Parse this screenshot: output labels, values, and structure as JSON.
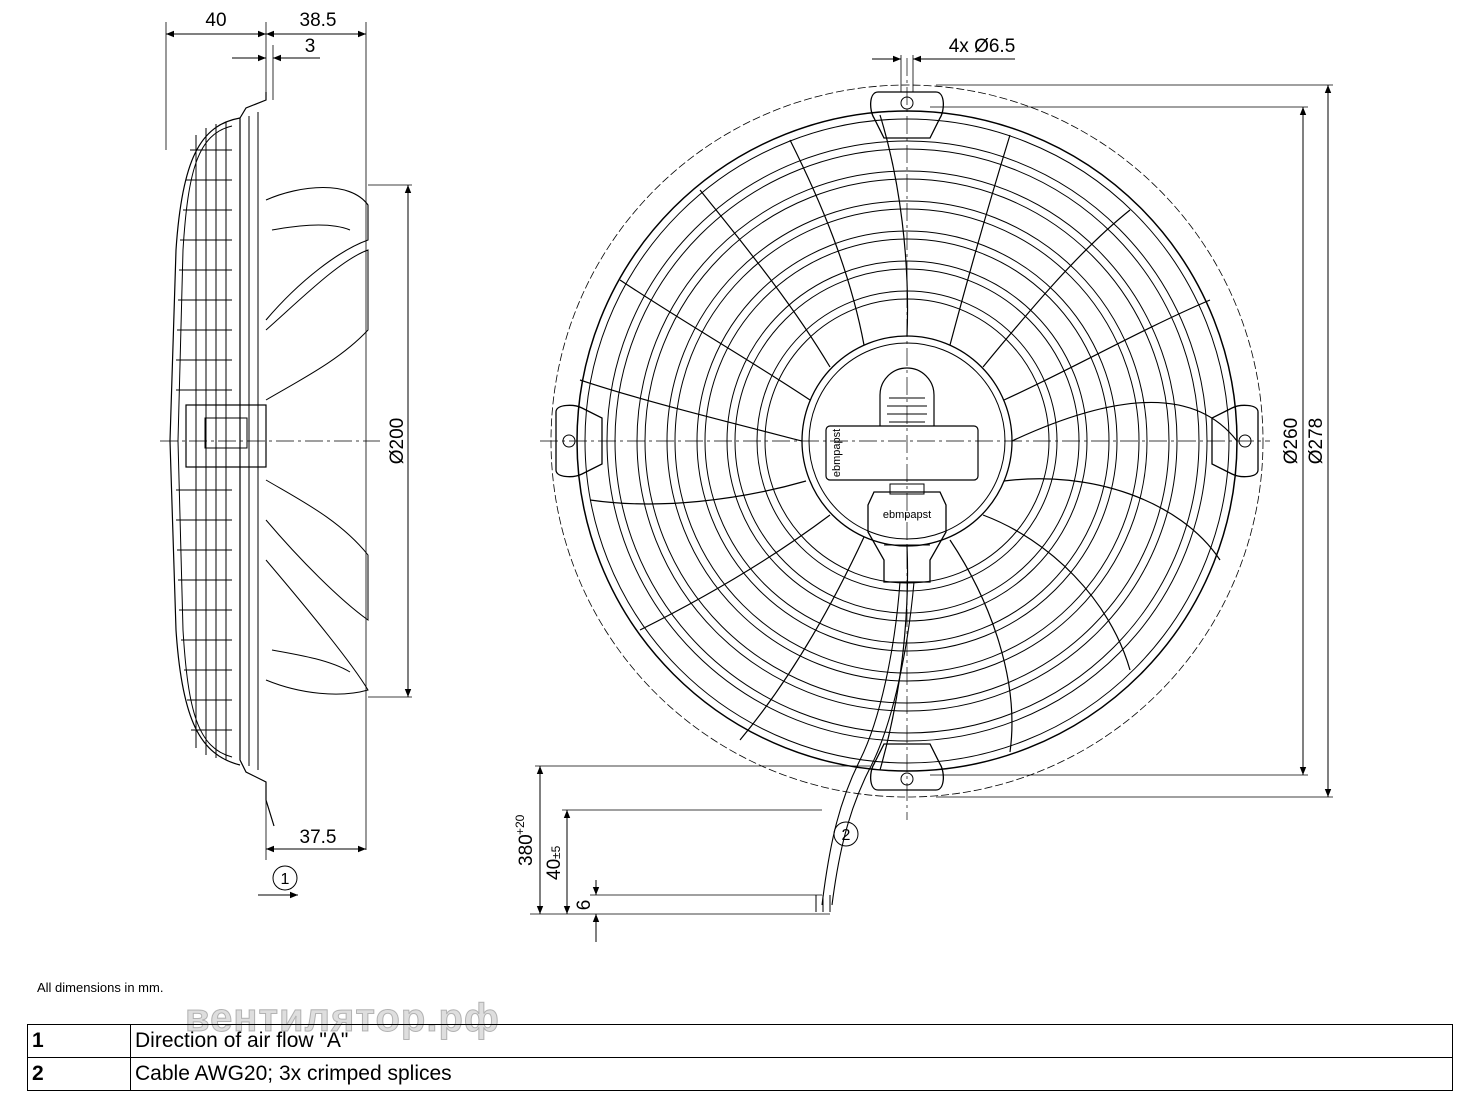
{
  "side_view": {
    "dim_top_left": "40",
    "dim_top_right": "38.5",
    "dim_top_small": "3",
    "dim_bottom": "37.5",
    "dim_height": "Ø200",
    "marker_airflow": "1"
  },
  "front_view": {
    "dim_holes": "4x Ø6.5",
    "dim_d260": "Ø260",
    "dim_d278": "Ø278",
    "brand_hub": "ebmpapst",
    "brand_connector": "ebmpapst",
    "marker_cable": "2",
    "cable_dims": {
      "length_base": "380",
      "length_tol": "+20",
      "strip_base": "40",
      "strip_tol": "±5",
      "end_len": "6"
    }
  },
  "note": "All dimensions in mm.",
  "watermark": "вентилятор.рф",
  "legend": [
    {
      "num": "1",
      "text": "Direction of air flow \"A\""
    },
    {
      "num": "2",
      "text": "Cable AWG20; 3x crimped splices"
    }
  ]
}
